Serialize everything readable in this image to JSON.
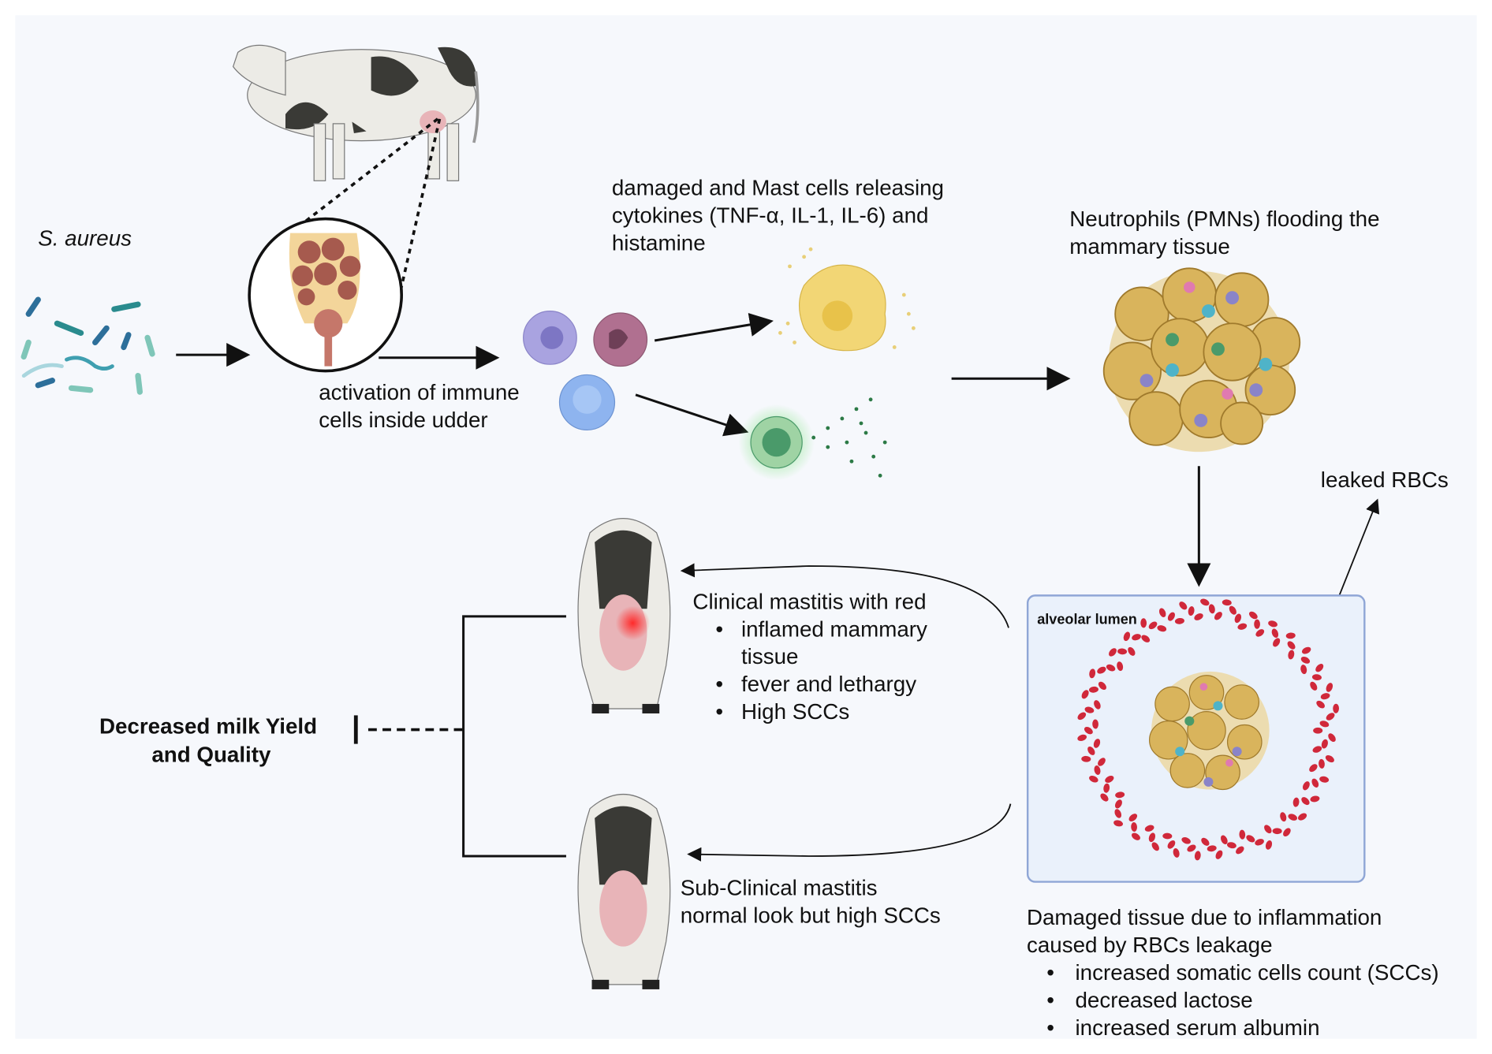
{
  "labels": {
    "bacteria": "S. aureus",
    "activation": [
      "activation of immune",
      "cells inside udder"
    ],
    "mast_cells": [
      "damaged and Mast cells releasing",
      "cytokines (TNF-α, IL-1, IL-6) and",
      "histamine"
    ],
    "neutrophils": [
      "Neutrophils (PMNs) flooding the",
      "mammary tissue"
    ],
    "leaked_rbcs": "leaked RBCs",
    "alveolar_lumen": "alveolar lumen",
    "clinical": {
      "title": "Clinical mastitis with red",
      "bullets": [
        "inflamed mammary",
        "tissue",
        "fever and lethargy",
        "High SCCs"
      ]
    },
    "subclinical": [
      "Sub-Clinical mastitis",
      "normal look but high SCCs"
    ],
    "outcome": [
      "Decreased milk Yield",
      "and Quality"
    ],
    "damaged": {
      "title": [
        "Damaged tissue due to inflammation",
        "caused by RBCs leakage"
      ],
      "bullets": [
        "increased somatic cells count (SCCs)",
        "decreased lactose",
        "increased serum albumin"
      ]
    }
  },
  "colors": {
    "background": "#f6f8fc",
    "cow_black": "#3a3a36",
    "cow_white": "#ecebe6",
    "udder_pink": "#e8b4b8",
    "gland_brown": "#a65a4e",
    "mast_yellow": "#f2d675",
    "neutrophil_tan": "#d9b45c",
    "rbc_red": "#d0283a",
    "lumen_box": "#eaf1fb",
    "lumen_border": "#8fa6d6",
    "green_cell": "#4a9a6a",
    "blue_cell": "#8eb4ef",
    "purple_cell": "#a9a3e0",
    "pink_cell": "#b07090"
  }
}
